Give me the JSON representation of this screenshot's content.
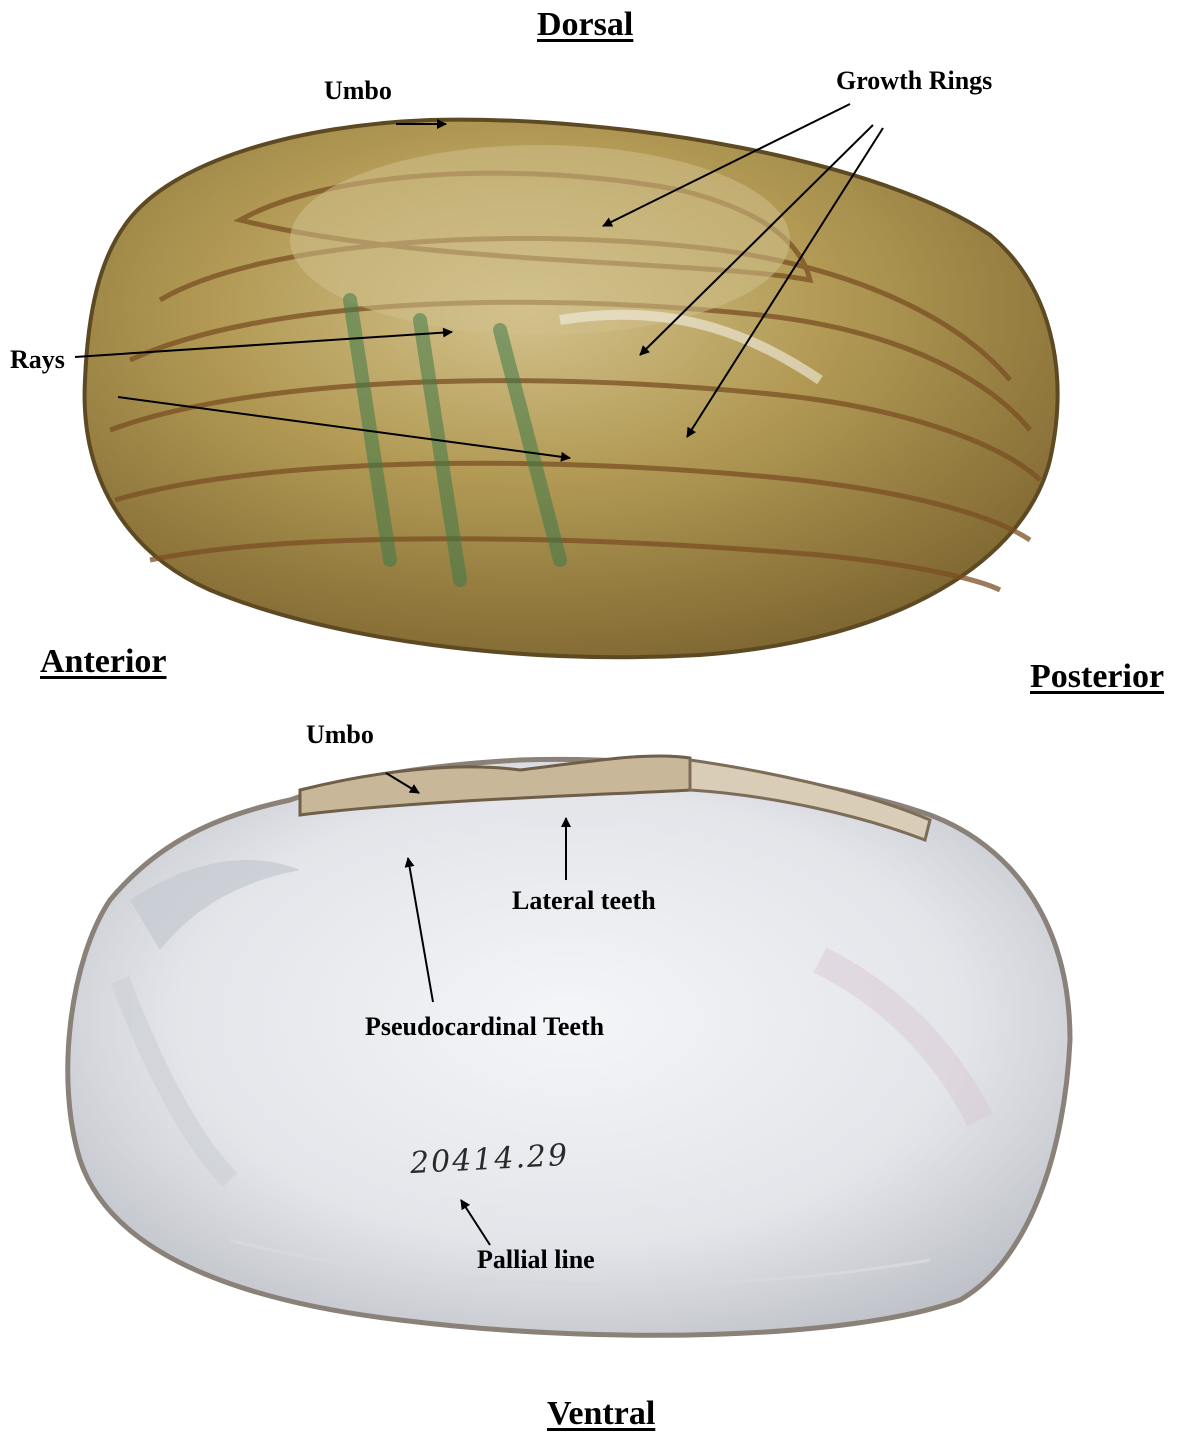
{
  "orientation": {
    "dorsal": "Dorsal",
    "anterior": "Anterior",
    "posterior": "Posterior",
    "ventral": "Ventral"
  },
  "exterior_labels": {
    "umbo": "Umbo",
    "growth_rings": "Growth Rings",
    "rays": "Rays"
  },
  "interior_labels": {
    "umbo": "Umbo",
    "lateral_teeth": "Lateral teeth",
    "pseudocardinal_teeth": "Pseudocardinal Teeth",
    "pallial_line": "Pallial line",
    "specimen_number": "20414.29"
  },
  "colors": {
    "exterior_shell": "#a88e46",
    "exterior_highlight": "#d3c28c",
    "growth_ring_line": "#7a4f22",
    "ray_green": "#3f7a4a",
    "interior_nacre": "#e6e8ec",
    "interior_shadow": "#b9bcc3",
    "arrow": "#000000"
  }
}
